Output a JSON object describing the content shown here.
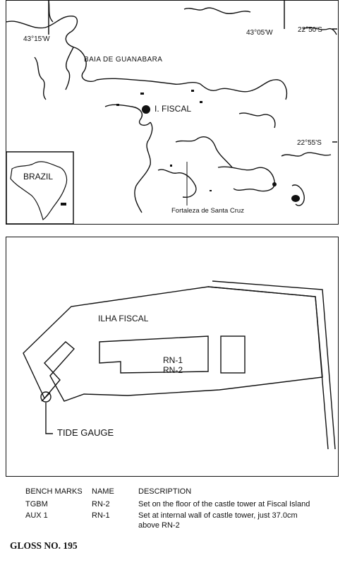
{
  "map": {
    "lon_left": "43°15'W",
    "lon_right": "43°05'W",
    "lat_top": "22°50'S",
    "lat_mid": "22°55'S",
    "bay_label": "BAIA DE GUANABARA",
    "island_label": "I. FISCAL",
    "country_label": "BRAZIL",
    "fort_label": "Fortaleza de Santa Cruz"
  },
  "detail": {
    "island_label": "ILHA FISCAL",
    "rn1_label": "RN-1",
    "rn2_label": "RN-2",
    "tide_gauge_label": "TIDE GAUGE"
  },
  "benchmarks": {
    "headers": [
      "BENCH MARKS",
      "NAME",
      "DESCRIPTION"
    ],
    "rows": [
      {
        "mark": "TGBM",
        "name": "RN-2",
        "description": "Set on the floor of the castle tower at Fiscal Island"
      },
      {
        "mark": "AUX 1",
        "name": "RN-1",
        "description": "Set at internal wall of castle tower, just 37.0cm"
      }
    ],
    "continuation": "above RN-2"
  },
  "footer": "GLOSS NO. 195"
}
